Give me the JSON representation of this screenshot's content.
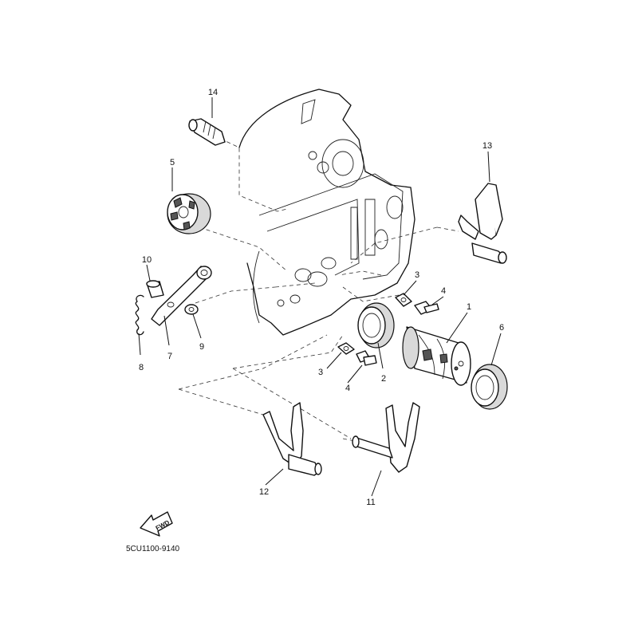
{
  "callouts": {
    "c1": "1",
    "c2": "2",
    "c3a": "3",
    "c3b": "3",
    "c4a": "4",
    "c4b": "4",
    "c5": "5",
    "c6": "6",
    "c7": "7",
    "c8": "8",
    "c9": "9",
    "c10": "10",
    "c11": "11",
    "c12": "12",
    "c13": "13",
    "c14": "14"
  },
  "fwd_label": "FWD",
  "diagram_code": "5CU1100-9140"
}
